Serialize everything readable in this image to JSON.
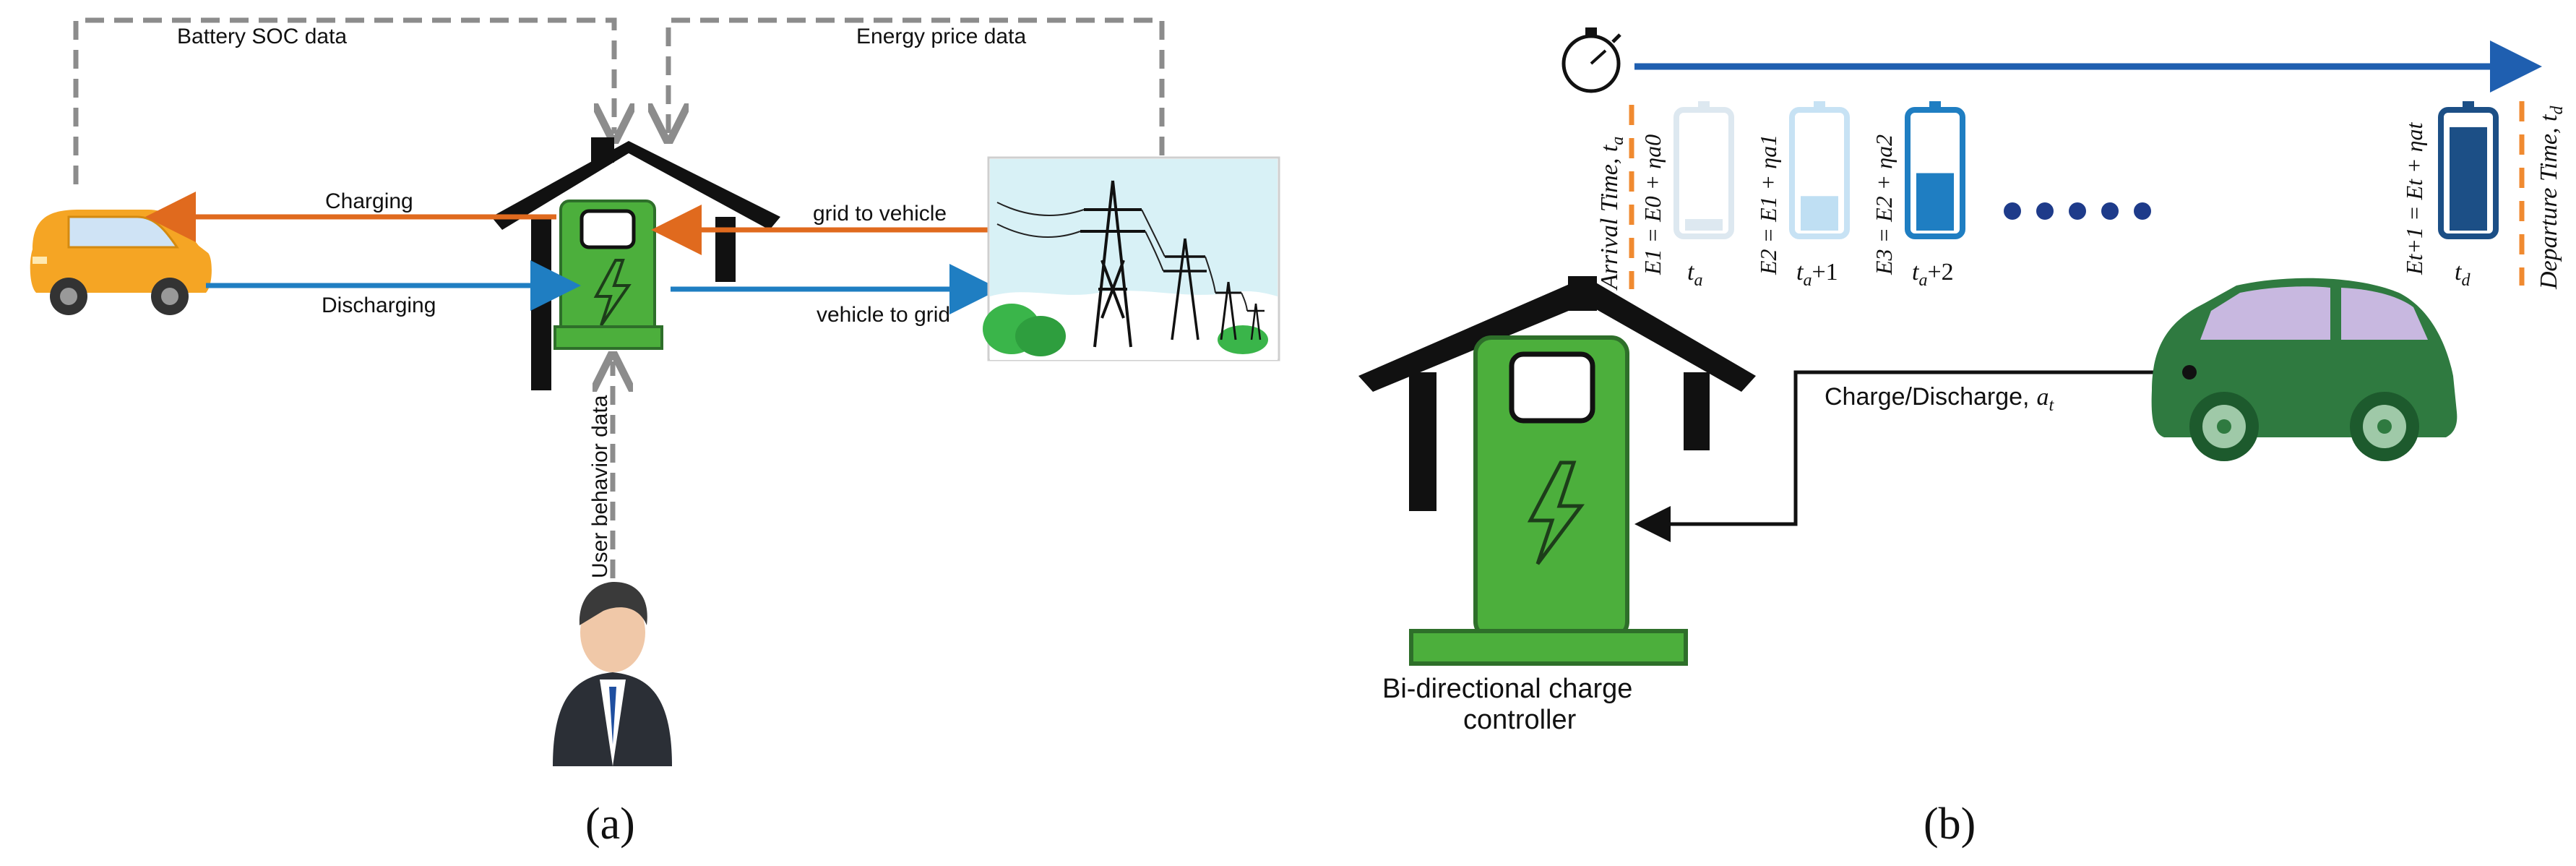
{
  "panel_a": {
    "caption": "(a)",
    "labels": {
      "battery_soc": "Battery SOC data",
      "energy_price": "Energy price data",
      "charging": "Charging",
      "discharging": "Discharging",
      "grid_to_vehicle": "grid to vehicle",
      "vehicle_to_grid": "vehicle to grid",
      "user_behavior": "User behavior data"
    }
  },
  "panel_b": {
    "caption": "(b)",
    "arrival": "Arrival Time, t",
    "arrival_sub": "a",
    "departure": "Departure Time, t",
    "departure_sub": "d",
    "controller_line1": "Bi-directional charge",
    "controller_line2": "controller",
    "charge_discharge": "Charge/Discharge,",
    "action_symbol": "a",
    "action_sub": "t",
    "steps": [
      {
        "eq": "E1 = E0 + ηa0",
        "time_main": "t",
        "time_sub": "a",
        "time_suffix": "",
        "level": 0.1
      },
      {
        "eq": "E2 = E1 + ηa1",
        "time_main": "t",
        "time_sub": "a",
        "time_suffix": "+1",
        "level": 0.3
      },
      {
        "eq": "E3 = E2 + ηa2",
        "time_main": "t",
        "time_sub": "a",
        "time_suffix": "+2",
        "level": 0.5
      },
      {
        "eq": "Et+1 = Et + ηat",
        "time_main": "t",
        "time_sub": "d",
        "time_suffix": "",
        "level": 0.9
      }
    ]
  },
  "colors": {
    "orange": "#e06a1e",
    "blue": "#1f7ec2",
    "green": "#4caf3c",
    "dark_green": "#2e6f2a",
    "car_green": "#2f7a40",
    "car_orange": "#f5a524",
    "gray_dash": "#8c8c8c"
  }
}
